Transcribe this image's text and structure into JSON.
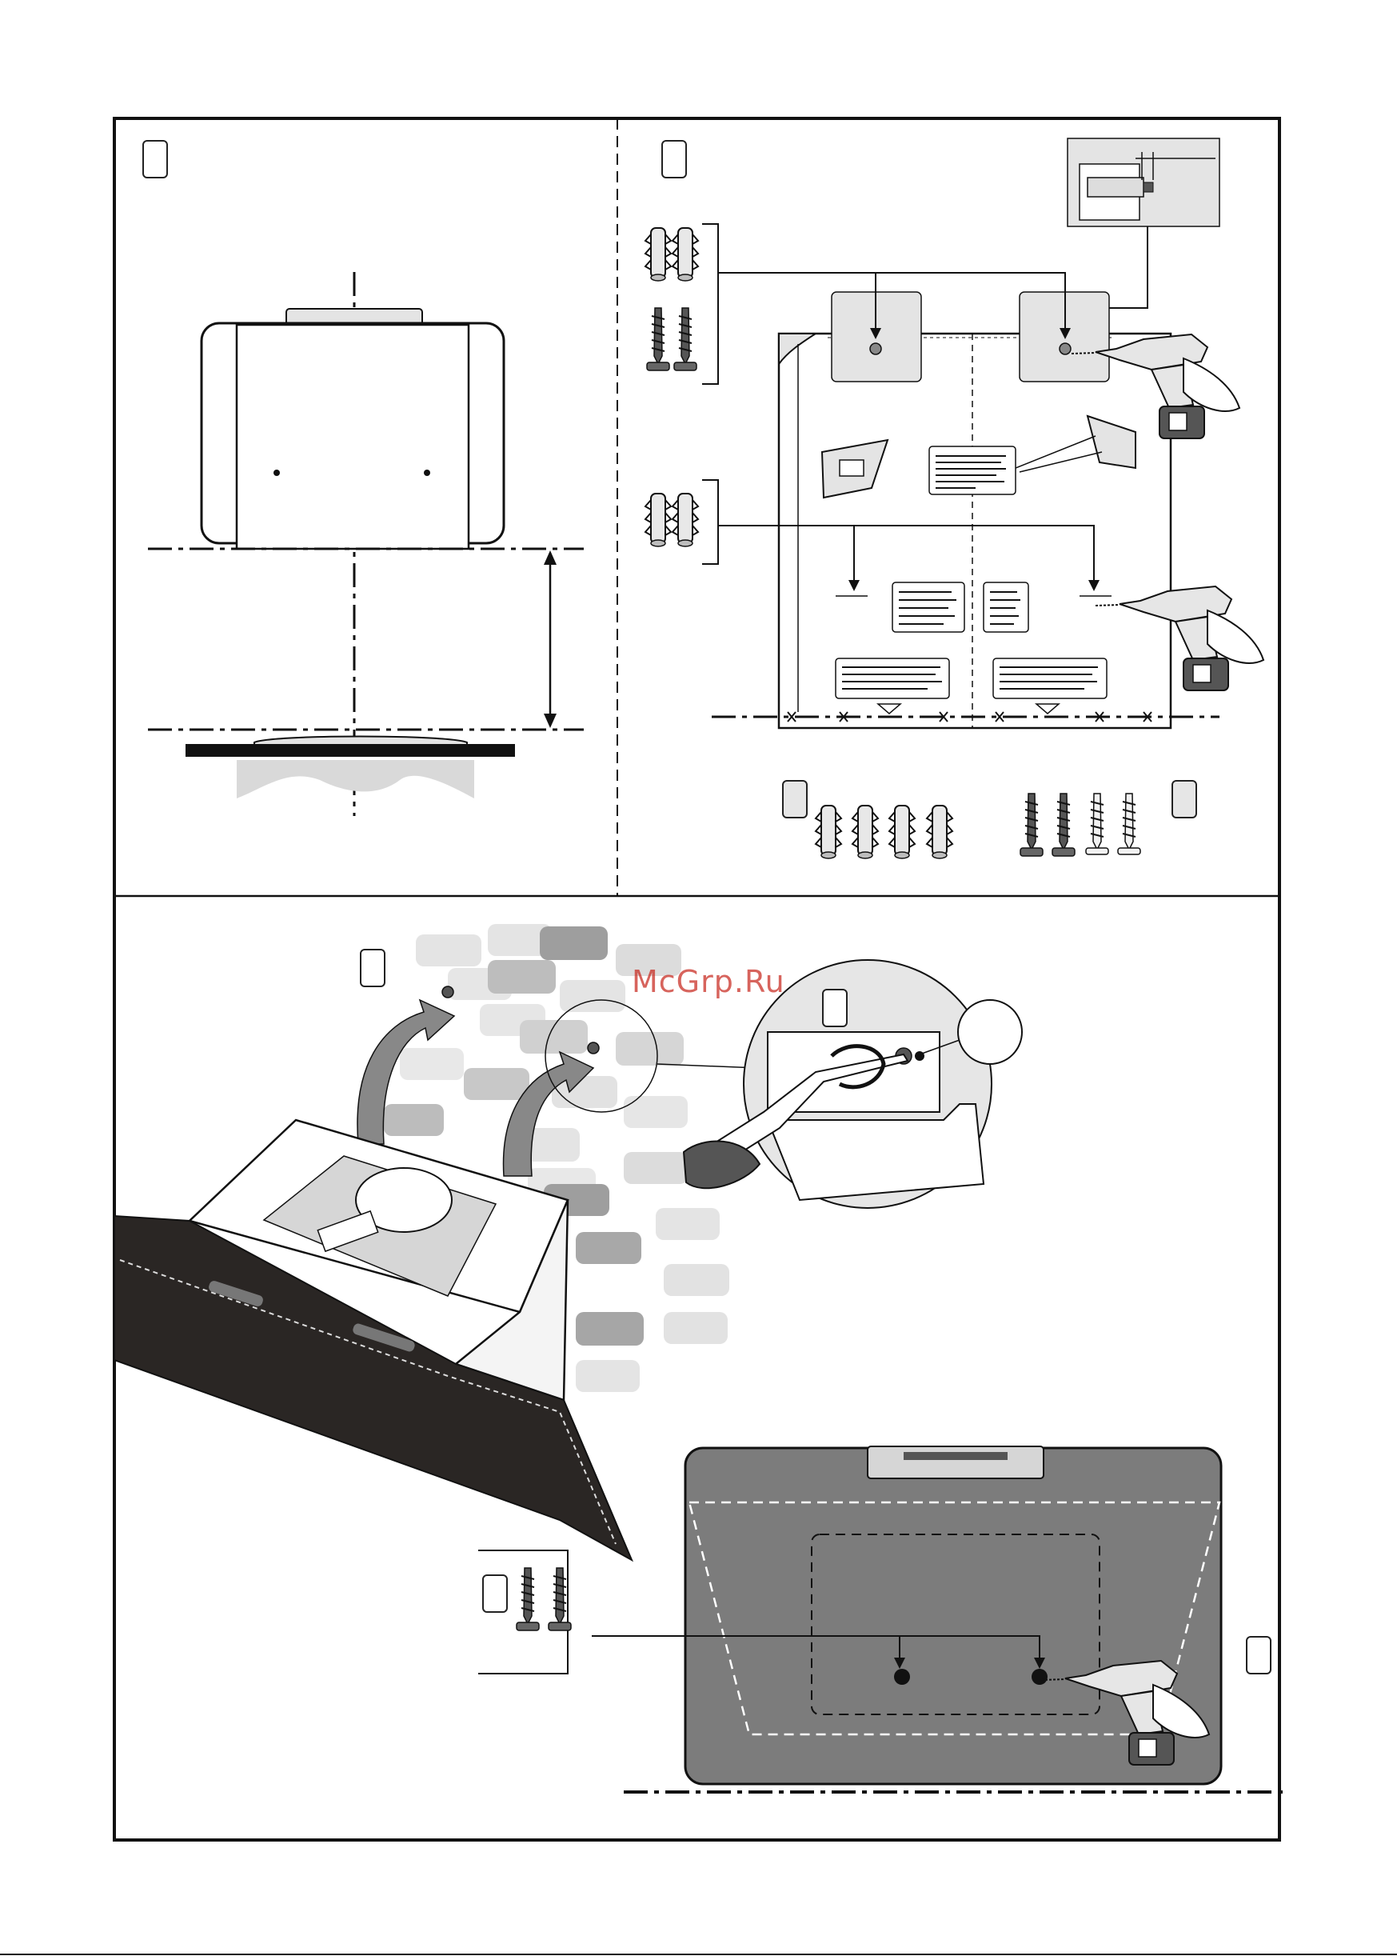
{
  "watermark": {
    "text": "McGrp.Ru",
    "color": "#c8281e"
  },
  "colors": {
    "outline": "#111111",
    "panel_grey": "#e4e4e4",
    "hood_dark": "#2a2624",
    "brick_light": "#dcdcdc",
    "brick_dark": "#a6a6a6",
    "wall_template": "#7c7c7c"
  },
  "panels": {
    "step_a": {
      "label_box": "",
      "icon": "hood-bracket-diagram"
    },
    "step_b": {
      "label_box": "",
      "icon": "wall-template-drilling"
    },
    "step_c": {
      "label_box": "",
      "icon": "hood-hanging-on-wall"
    },
    "step_d": {
      "label_box": "",
      "icon": "screw-adjustment-zoom"
    },
    "step_e": {
      "label_box": "",
      "icon": "fixing-screws"
    },
    "step_f": {
      "label_box": "",
      "icon": "back-panel-drilling"
    }
  }
}
